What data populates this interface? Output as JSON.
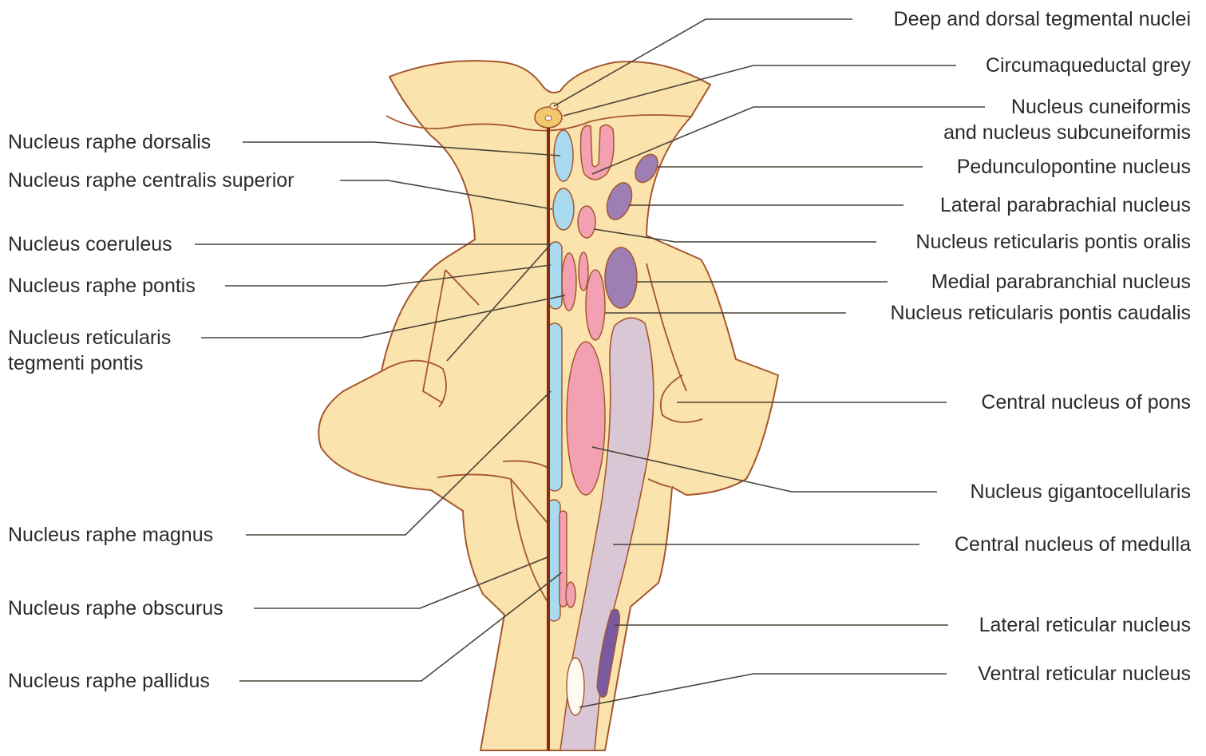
{
  "labels_left": {
    "raphe_dorsalis": "Nucleus raphe dorsalis",
    "raphe_centralis_superior": "Nucleus raphe centralis superior",
    "coeruleus": "Nucleus coeruleus",
    "raphe_pontis": "Nucleus raphe pontis",
    "reticularis_tegmenti_pontis": "Nucleus reticularis\ntegmenti pontis",
    "raphe_magnus": "Nucleus raphe magnus",
    "raphe_obscurus": "Nucleus raphe obscurus",
    "raphe_pallidus": "Nucleus raphe pallidus"
  },
  "labels_right": {
    "deep_dorsal_tegmental": "Deep and dorsal tegmental nuclei",
    "circumaqueductal_grey": "Circumaqueductal grey",
    "cuneiformis": "Nucleus cuneiformis\nand nucleus subcuneiformis",
    "pedunculopontine": "Pedunculopontine nucleus",
    "lateral_parabrachial": "Lateral parabrachial nucleus",
    "reticularis_pontis_oralis": "Nucleus reticularis pontis oralis",
    "medial_parabranchial": "Medial parabranchial nucleus",
    "reticularis_pontis_caudalis": "Nucleus reticularis pontis caudalis",
    "central_pons": "Central nucleus of pons",
    "gigantocellularis": "Nucleus gigantocellularis",
    "central_medulla": "Central nucleus of medulla",
    "lateral_reticular": "Lateral reticular nucleus",
    "ventral_reticular": "Ventral reticular nucleus"
  },
  "colors": {
    "brainstem": "#fbe3ad",
    "outline": "#a4562f",
    "midline": "#8a2a12",
    "raphe_blue": "#a8daf0",
    "reticular_pink": "#f3a1b2",
    "parabrachial_purple": "#9e7fb4",
    "central_lilac": "#d9c7d5",
    "lateral_dark_purple": "#7a5a9e"
  }
}
